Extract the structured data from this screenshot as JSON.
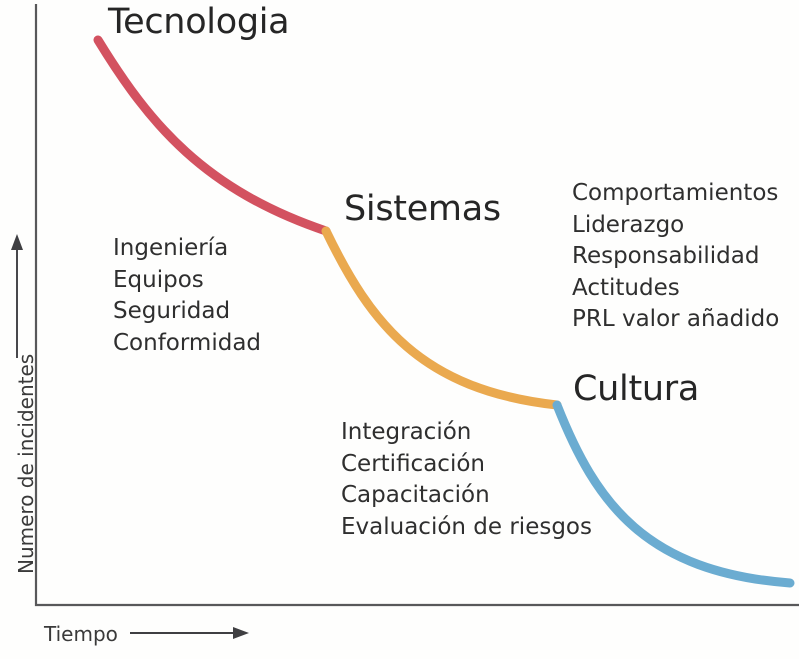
{
  "figure": {
    "background_color": "#fefefd",
    "axes": {
      "x_label": "Tiempo",
      "y_label": "Numero de incidentes",
      "x_arrow": "right-arrow",
      "y_arrow": "up-arrow",
      "axis_color": "#58585a"
    }
  },
  "stages": [
    {
      "id": "tecnologia",
      "title": "Tecnologia",
      "color": "#d35260",
      "bullets": [
        "Ingeniería",
        "Equipos",
        "Seguridad",
        "Conformidad"
      ]
    },
    {
      "id": "sistemas",
      "title": "Sistemas",
      "color": "#eaa94f",
      "bullets": [
        "Integración",
        "Certificación",
        "Capacitación",
        "Evaluación de riesgos"
      ]
    },
    {
      "id": "cultura",
      "title": "Cultura",
      "color": "#6bacd1",
      "bullets": [
        "Comportamientos",
        "Liderazgo",
        "Responsabilidad",
        "Actitudes",
        "PRL valor añadido"
      ]
    }
  ],
  "chart_data": {
    "type": "line",
    "title": "",
    "xlabel": "Tiempo",
    "ylabel": "Numero de incidentes",
    "grid": false,
    "legend": "none",
    "axis_ranges": {
      "x": [
        0,
        100
      ],
      "y": [
        0,
        100
      ]
    },
    "annotations": [
      {
        "text": "Tecnologia",
        "x": 10,
        "y": 96
      },
      {
        "text": "Sistemas",
        "x": 41,
        "y": 66
      },
      {
        "text": "Cultura",
        "x": 71,
        "y": 38
      }
    ],
    "series": [
      {
        "name": "Tecnologia",
        "color": "#d35260",
        "x": [
          8,
          11,
          15,
          20,
          26,
          32,
          38,
          42
        ],
        "y": [
          99,
          88,
          76,
          66,
          59,
          55,
          53,
          52
        ]
      },
      {
        "name": "Sistemas",
        "color": "#eaa94f",
        "x": [
          42,
          45,
          49,
          54,
          60,
          66,
          70,
          73
        ],
        "y": [
          52,
          45,
          37,
          31,
          26,
          23,
          22,
          21
        ]
      },
      {
        "name": "Cultura",
        "color": "#6bacd1",
        "x": [
          73,
          76,
          80,
          85,
          90,
          95,
          99
        ],
        "y": [
          21,
          15,
          10,
          6,
          4,
          3,
          3
        ]
      }
    ]
  }
}
